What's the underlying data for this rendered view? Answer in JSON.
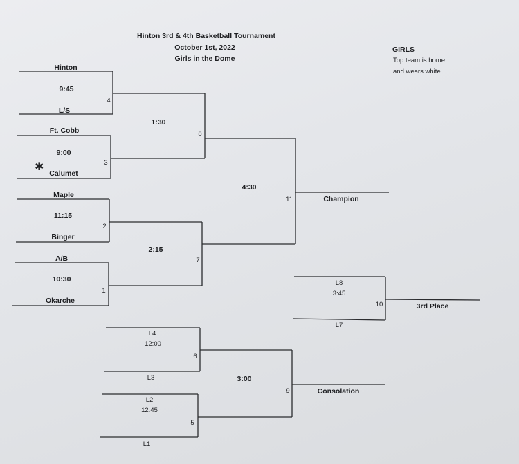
{
  "header": {
    "title": "Hinton 3rd &  4th Basketball Tournament",
    "date": "October 1st, 2022",
    "subtitle": "Girls in the Dome"
  },
  "note": {
    "heading": "GIRLS",
    "line1": "Top team is home",
    "line2": "and wears white"
  },
  "games": {
    "g4": {
      "number": "4",
      "home": "Hinton",
      "time": "9:45",
      "away": "L/S"
    },
    "g3": {
      "number": "3",
      "home": "Ft. Cobb",
      "time": "9:00",
      "away": "Calumet"
    },
    "g2": {
      "number": "2",
      "home": "Maple",
      "time": "11:15",
      "away": "Binger"
    },
    "g1": {
      "number": "1",
      "home": "A/B",
      "time": "10:30",
      "away": "Okarche"
    },
    "g8": {
      "number": "8",
      "time": "1:30"
    },
    "g7": {
      "number": "7",
      "time": "2:15"
    },
    "g11": {
      "number": "11",
      "time": "4:30",
      "result": "Champion"
    },
    "g10": {
      "number": "10",
      "home": "L8",
      "time": "3:45",
      "away": "L7",
      "result": "3rd Place"
    },
    "g6": {
      "number": "6",
      "home": "L4",
      "time": "12:00",
      "away": "L3"
    },
    "g5": {
      "number": "5",
      "home": "L2",
      "time": "12:45",
      "away": "L1"
    },
    "g9": {
      "number": "9",
      "time": "3:00",
      "result": "Consolation"
    }
  },
  "icons": {
    "star": "asterisk-star-icon"
  }
}
